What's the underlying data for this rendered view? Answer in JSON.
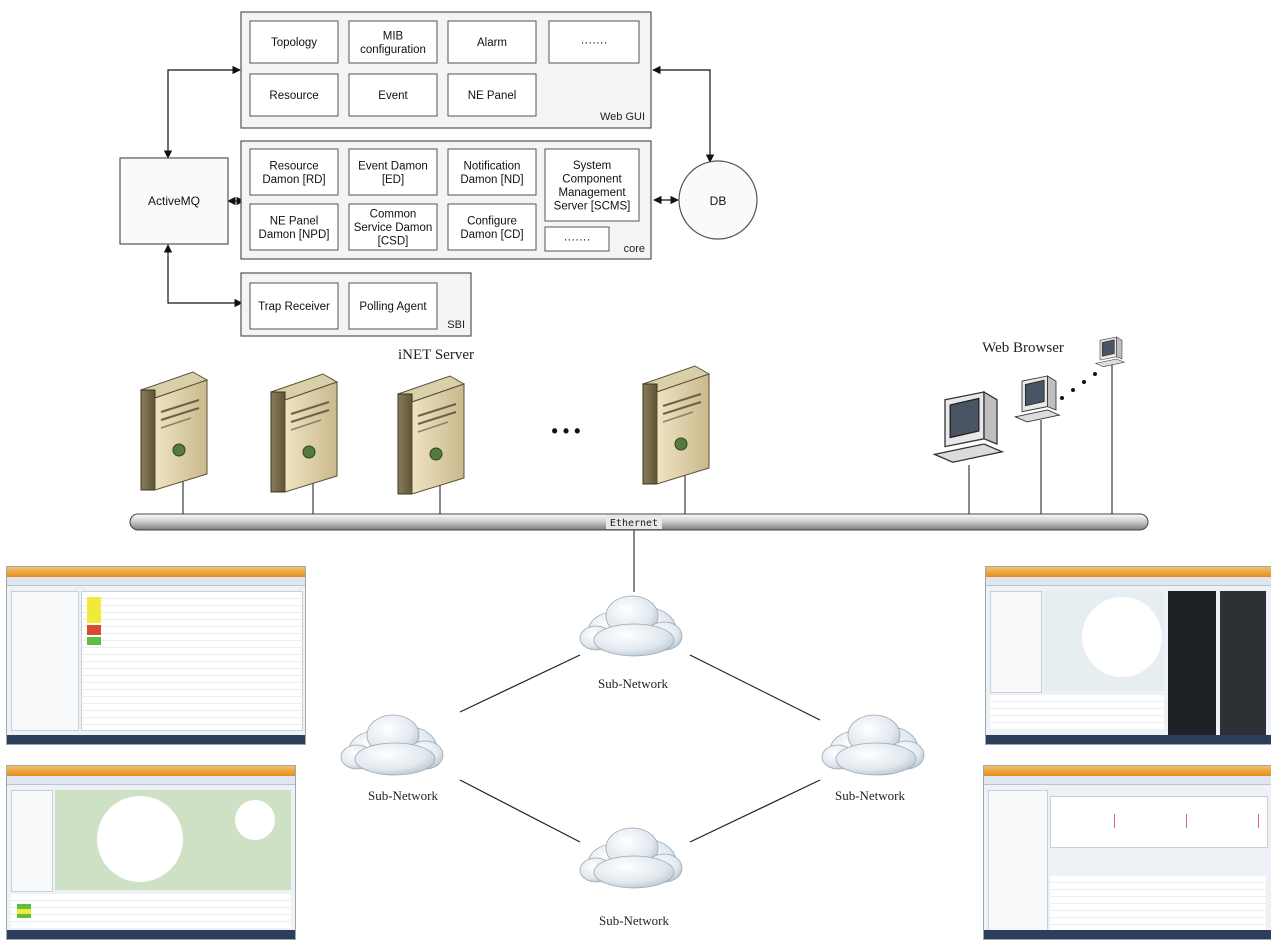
{
  "web_gui": {
    "label": "Web GUI",
    "modules": [
      "Topology",
      "MIB\nconfiguration",
      "Alarm",
      "·······",
      "Resource",
      "Event",
      "NE Panel"
    ]
  },
  "core": {
    "label": "core",
    "modules": [
      "Resource\nDamon [RD]",
      "Event Damon\n[ED]",
      "Notification\nDamon [ND]",
      "System\nComponent\nManagement\nServer [SCMS]",
      "NE Panel\nDamon [NPD]",
      "Common\nService Damon\n[CSD]",
      "Configure\nDamon [CD]",
      "·······"
    ]
  },
  "sbi": {
    "label": "SBI",
    "modules": [
      "Trap Receiver",
      "Polling Agent"
    ]
  },
  "activemq_label": "ActiveMQ",
  "db_label": "DB",
  "server_label": "iNET Server",
  "browser_label": "Web Browser",
  "ethernet_label": "Ethernet",
  "ellipsis": "• • •",
  "subnetworks": [
    "Sub-Network",
    "Sub-Network",
    "Sub-Network",
    "Sub-Network"
  ]
}
